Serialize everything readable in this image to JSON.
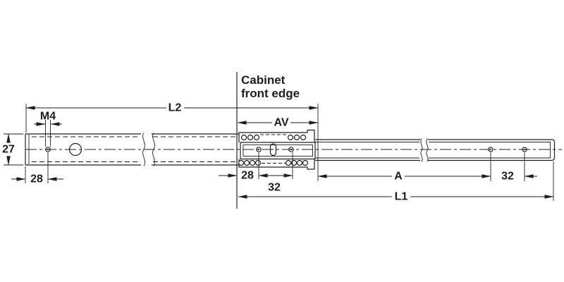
{
  "diagram": {
    "annotation": {
      "line1": "Cabinet",
      "line2": "front edge"
    },
    "dimensions": {
      "l2": "L2",
      "m4": "M4",
      "rail_height": "27",
      "left_hole_offset": "28",
      "av": "AV",
      "front_hole_offset": "28",
      "front_hole_pitch": "32",
      "a": "A",
      "rear_hole_pitch": "32",
      "l1": "L1"
    },
    "colors": {
      "line": "#1d1d1d",
      "background": "#ffffff"
    }
  }
}
